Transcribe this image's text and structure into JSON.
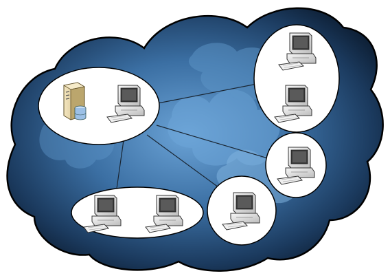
{
  "diagram": {
    "cloud": {
      "colors": {
        "dark": "#0c1e33",
        "mid": "#2d5a8a",
        "light": "#5d95c8",
        "highlight": "#7fb2de",
        "outline": "#000000"
      }
    },
    "groups": [
      {
        "id": "group-server-workstation",
        "nodes": [
          "server",
          "workstation"
        ]
      },
      {
        "id": "group-top-right",
        "nodes": [
          "workstation",
          "workstation"
        ]
      },
      {
        "id": "group-mid-right",
        "nodes": [
          "workstation"
        ]
      },
      {
        "id": "group-bottom-mid",
        "nodes": [
          "workstation"
        ]
      },
      {
        "id": "group-bottom-left",
        "nodes": [
          "workstation",
          "workstation"
        ]
      }
    ],
    "connections": [
      [
        "group-server-workstation",
        "group-top-right"
      ],
      [
        "group-server-workstation",
        "group-mid-right"
      ],
      [
        "group-server-workstation",
        "group-bottom-mid"
      ],
      [
        "group-server-workstation",
        "group-bottom-left"
      ]
    ],
    "icons": {
      "server": "server-tower-icon",
      "workstation": "desktop-computer-icon"
    },
    "colors": {
      "bubble": "#ffffff",
      "link": "#1a2633",
      "server_body": "#e8d7a8",
      "server_shade": "#b39b62",
      "monitor_body": "#e9e9e9",
      "monitor_screen": "#3a3a3a",
      "db_cylinder": "#9cc0e6"
    }
  }
}
